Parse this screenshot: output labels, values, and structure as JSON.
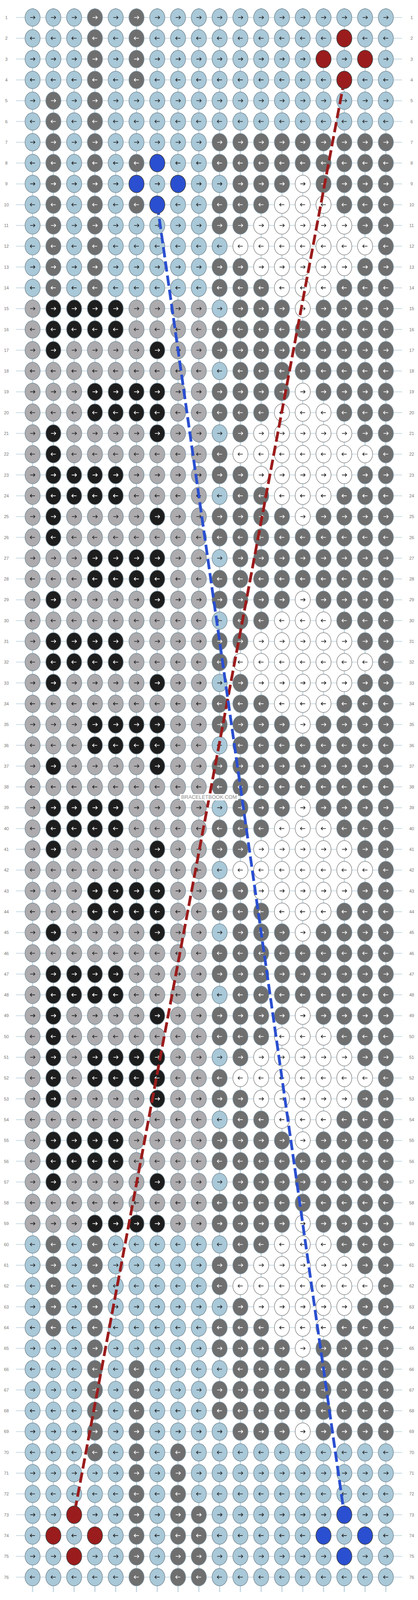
{
  "diagram": {
    "labels": [
      "1",
      "1",
      "2",
      "2",
      "3",
      "3",
      "4",
      "4",
      "5",
      "5",
      "6",
      "6",
      "7",
      "7",
      "8",
      "8",
      "9",
      "9",
      "10",
      "10",
      "11",
      "11",
      "12",
      "12",
      "13",
      "13",
      "14",
      "14",
      "15",
      "15",
      "16",
      "16",
      "17",
      "17",
      "18",
      "18",
      "19",
      "19",
      "20",
      "20",
      "21",
      "21",
      "22",
      "22",
      "23",
      "23",
      "24",
      "24",
      "25",
      "25",
      "26",
      "26",
      "27",
      "27",
      "28",
      "28",
      "29",
      "29",
      "30",
      "30",
      "31",
      "31",
      "32",
      "32",
      "33",
      "33",
      "34",
      "34",
      "35",
      "35",
      "36",
      "36",
      "37",
      "37",
      "38",
      "38",
      "39",
      "39",
      "40",
      "40",
      "41",
      "41",
      "42",
      "42",
      "43",
      "43",
      "44",
      "44",
      "45",
      "45",
      "46",
      "46",
      "47",
      "47",
      "48",
      "48",
      "49",
      "49",
      "50",
      "50",
      "51",
      "51",
      "52",
      "52",
      "53",
      "53",
      "54",
      "54",
      "55",
      "55",
      "56",
      "56",
      "57",
      "57",
      "58",
      "58",
      "59",
      "59",
      "60",
      "60",
      "61",
      "61",
      "62",
      "62",
      "63",
      "63",
      "64",
      "64",
      "65",
      "65",
      "66",
      "66",
      "67",
      "67",
      "68",
      "68",
      "69",
      "69",
      "70",
      "70",
      "71",
      "71",
      "72",
      "72",
      "73",
      "73",
      "74",
      "74",
      "75",
      "75",
      "76",
      "76",
      "BRACELETBOOK.COM"
    ]
  }
}
